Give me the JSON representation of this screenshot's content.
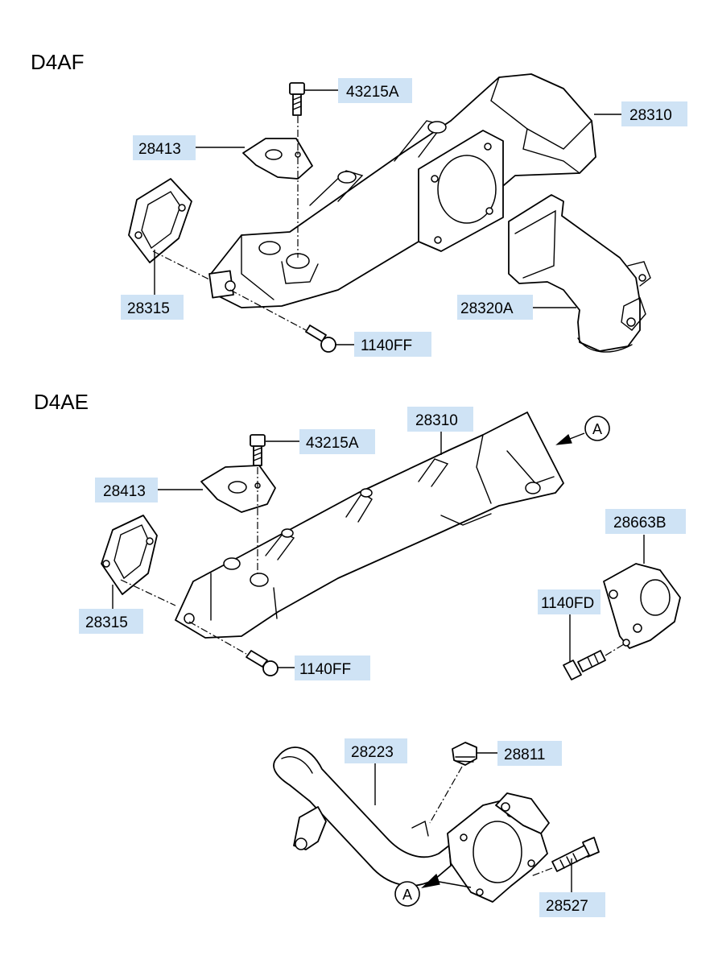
{
  "sections": {
    "d4af": {
      "title": "D4AF",
      "labels": {
        "bolt_43215a": "43215A",
        "manifold_28310": "28310",
        "bracket_28413": "28413",
        "gasket_28315": "28315",
        "pipe_28320a": "28320A",
        "bolt_1140ff": "1140FF"
      }
    },
    "d4ae": {
      "title": "D4AE",
      "labels": {
        "manifold_28310": "28310",
        "bolt_43215a": "43215A",
        "bracket_28413": "28413",
        "bracket_28663b": "28663B",
        "bolt_1140fd": "1140FD",
        "gasket_28315": "28315",
        "bolt_1140ff": "1140FF"
      },
      "ref_a": "A"
    },
    "lower": {
      "labels": {
        "pipe_28223": "28223",
        "plug_28811": "28811",
        "bolt_28527": "28527"
      },
      "ref_a": "A"
    }
  },
  "colors": {
    "callout_fill": "#cfe3f5",
    "ink": "#000000"
  }
}
